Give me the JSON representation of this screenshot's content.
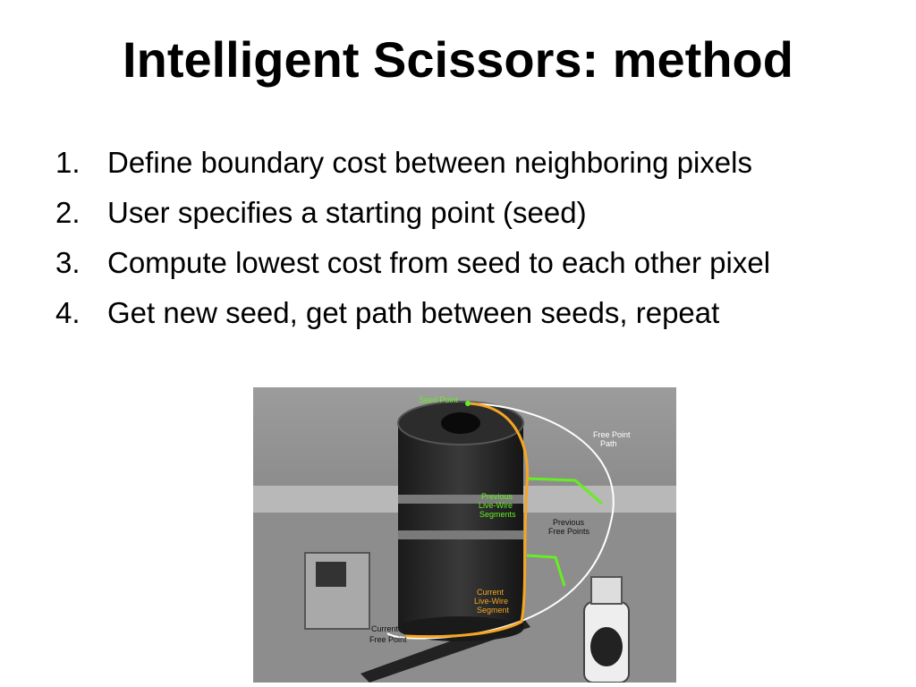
{
  "slide": {
    "title": "Intelligent Scissors: method",
    "steps": [
      {
        "number": "1.",
        "text": "Define boundary cost between neighboring pixels"
      },
      {
        "number": "2.",
        "text": "User specifies a starting point (seed)"
      },
      {
        "number": "3.",
        "text": "Compute lowest cost from seed to each other pixel"
      },
      {
        "number": "4.",
        "text": "Get new seed, get path between seeds, repeat"
      }
    ]
  },
  "figure": {
    "labels": {
      "seed_point": "Seed Point",
      "free_point_path_1": "Free Point",
      "free_point_path_2": "Path",
      "previous_live_wire_1": "Previous",
      "previous_live_wire_2": "Live-Wire",
      "previous_live_wire_3": "Segments",
      "previous_free_points_1": "Previous",
      "previous_free_points_2": "Free Points",
      "current_live_wire_1": "Current",
      "current_live_wire_2": "Live-Wire",
      "current_live_wire_3": "Segment",
      "current_free_point_1": "Current",
      "current_free_point_2": "Free Point"
    },
    "colors": {
      "live_wire_current": "#f5a623",
      "live_wire_previous": "#66ee22",
      "free_point_path": "#ffffff"
    }
  }
}
